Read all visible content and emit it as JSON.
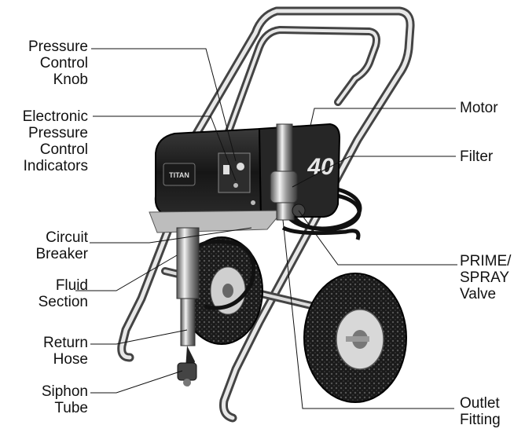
{
  "labels": {
    "pressure_control_knob": [
      "Pressure",
      "Control",
      "Knob"
    ],
    "electronic_pressure_control_indicators": [
      "Electronic",
      "Pressure",
      "Control",
      "Indicators"
    ],
    "circuit_breaker": [
      "Circuit",
      "Breaker"
    ],
    "fluid_section": [
      "Fluid",
      "Section"
    ],
    "return_hose": [
      "Return",
      "Hose"
    ],
    "siphon_tube": [
      "Siphon",
      "Tube"
    ],
    "motor": [
      "Motor"
    ],
    "filter": [
      "Filter"
    ],
    "prime_spray_valve": [
      "PRIME/",
      "SPRAY",
      "Valve"
    ],
    "outlet_fitting": [
      "Outlet",
      "Fitting"
    ]
  },
  "machine": {
    "brand_plate": "TITAN",
    "model_fragment": "40"
  }
}
